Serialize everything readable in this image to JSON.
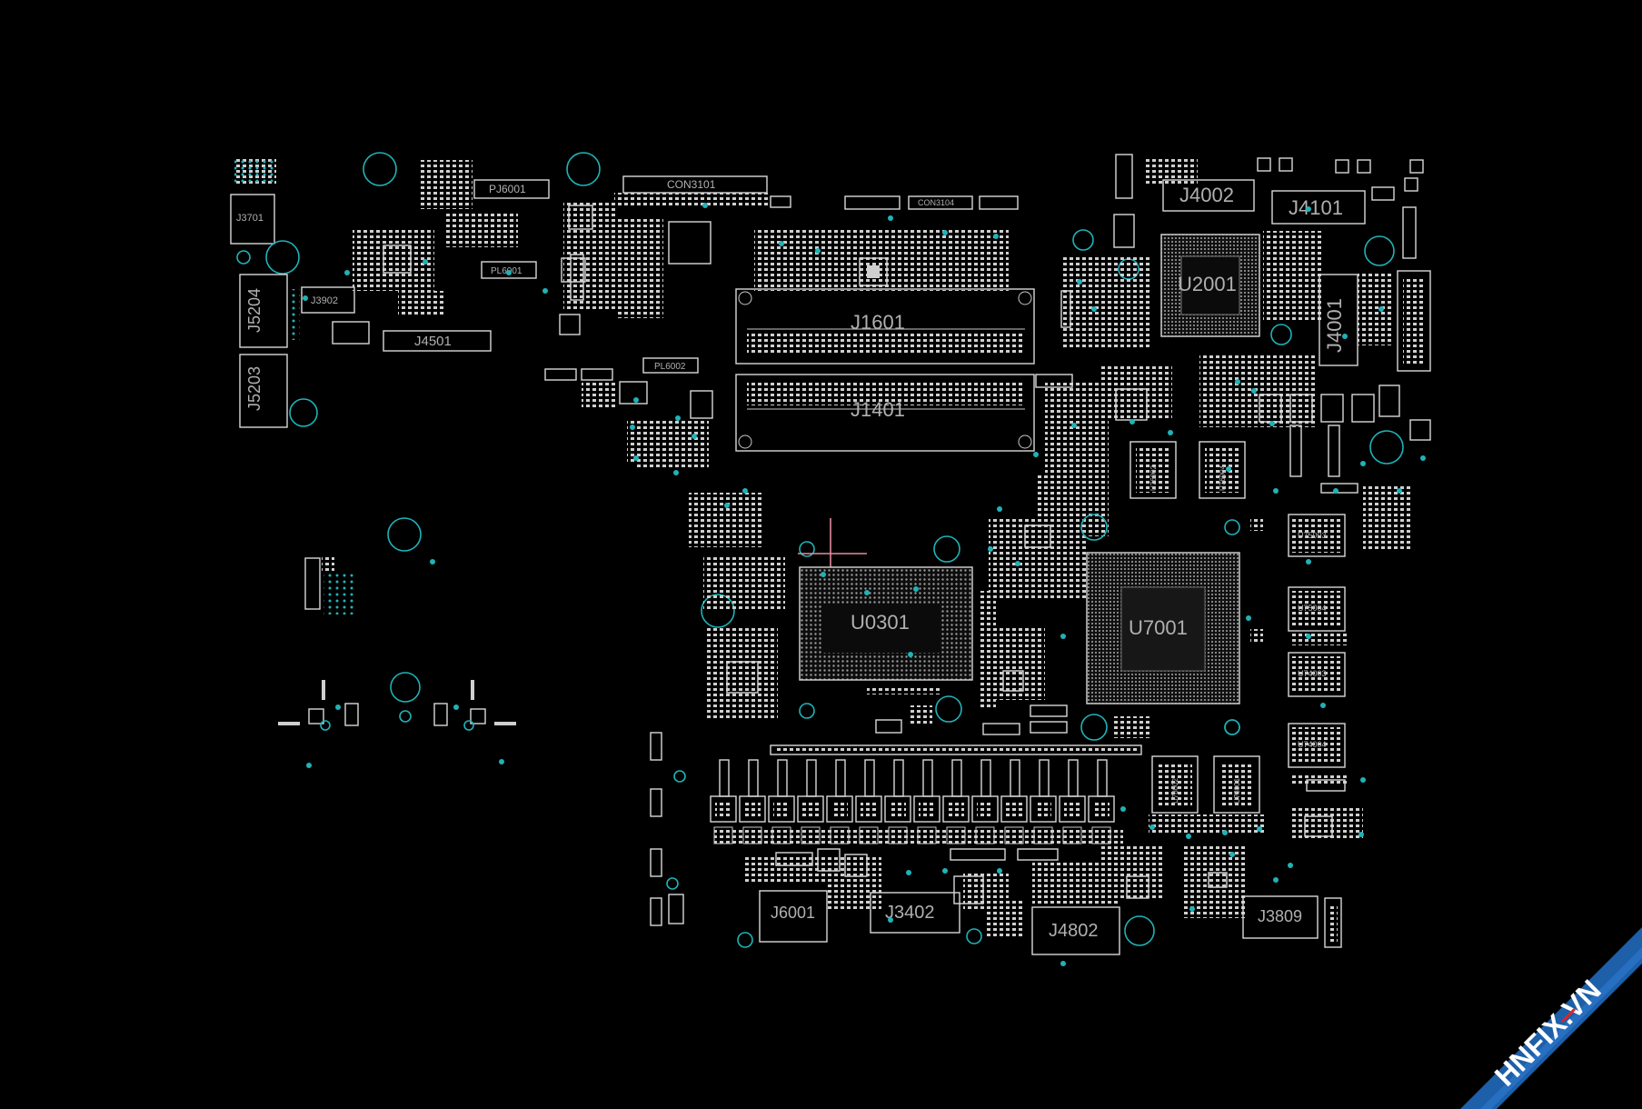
{
  "board": {
    "labels": {
      "J3701": "J3701",
      "J5204": "J5204",
      "J5203": "J5203",
      "J3902": "J3902",
      "J4501": "J4501",
      "PJ6001": "PJ6001",
      "PL6001": "PL6001",
      "PL6002": "PL6002",
      "CON3101": "CON3101",
      "CON3104": "CON3104",
      "J1601": "J1601",
      "J1401": "J1401",
      "J4002": "J4002",
      "J4101": "J4101",
      "U2001": "U2001",
      "J4001": "J4001",
      "U0301": "U0301",
      "U7001": "U7001",
      "U76002": "U76002",
      "U76004": "U76004",
      "U75003": "U75003",
      "U75004": "U75004",
      "U74003": "U74003",
      "U74004": "U74004",
      "U78002": "U78002",
      "U78001": "U78001",
      "J6001": "J6001",
      "J3402": "J3402",
      "J4802": "J4802",
      "J3809": "J3809"
    }
  },
  "watermark": {
    "text": "HNFIX.VN"
  },
  "colors": {
    "background": "#000000",
    "outline": "#d8d8d8",
    "via": "#1fb3b8",
    "cursor": "#e58aa0",
    "watermark_band": "#1d5fa8",
    "watermark_accent": "#d8262c"
  }
}
